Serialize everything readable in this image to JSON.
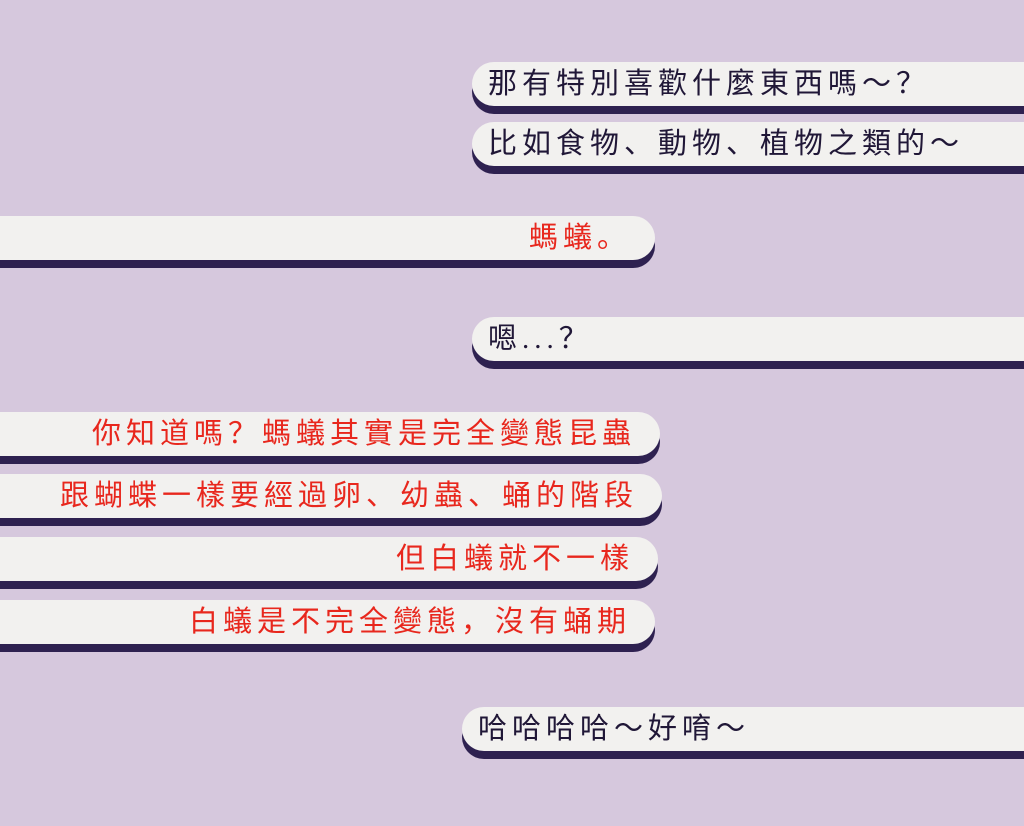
{
  "chat": {
    "background_color": "#d6c8dd",
    "bubble_color": "#f2f1ef",
    "shadow_color": "#2e2150",
    "dark_text_color": "#201737",
    "red_text_color": "#e8271d",
    "messages": [
      {
        "side": "right",
        "color": "dark",
        "text": "那有特別喜歡什麼東西嗎～？"
      },
      {
        "side": "right",
        "color": "dark",
        "text": "比如食物、動物、植物之類的～"
      },
      {
        "side": "left",
        "color": "red",
        "text": "螞蟻。"
      },
      {
        "side": "right",
        "color": "dark",
        "text": "嗯...？"
      },
      {
        "side": "left",
        "color": "red",
        "text": "你知道嗎？螞蟻其實是完全變態昆蟲"
      },
      {
        "side": "left",
        "color": "red",
        "text": "跟蝴蝶一樣要經過卵、幼蟲、蛹的階段"
      },
      {
        "side": "left",
        "color": "red",
        "text": "但白蟻就不一樣"
      },
      {
        "side": "left",
        "color": "red",
        "text": "白蟻是不完全變態，沒有蛹期"
      },
      {
        "side": "right",
        "color": "dark",
        "text": "哈哈哈哈～好唷～"
      }
    ]
  }
}
